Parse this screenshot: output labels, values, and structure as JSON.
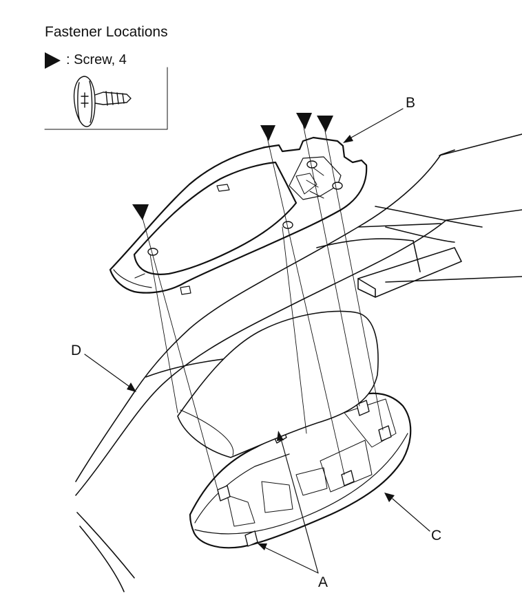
{
  "title": "Fastener Locations",
  "legend": {
    "symbol_icon": "screw-arrow-icon",
    "text": ": Screw, 4"
  },
  "callouts": {
    "a": "A",
    "b": "B",
    "c": "C",
    "d": "D"
  },
  "colors": {
    "line": "#111111",
    "background": "#ffffff"
  }
}
